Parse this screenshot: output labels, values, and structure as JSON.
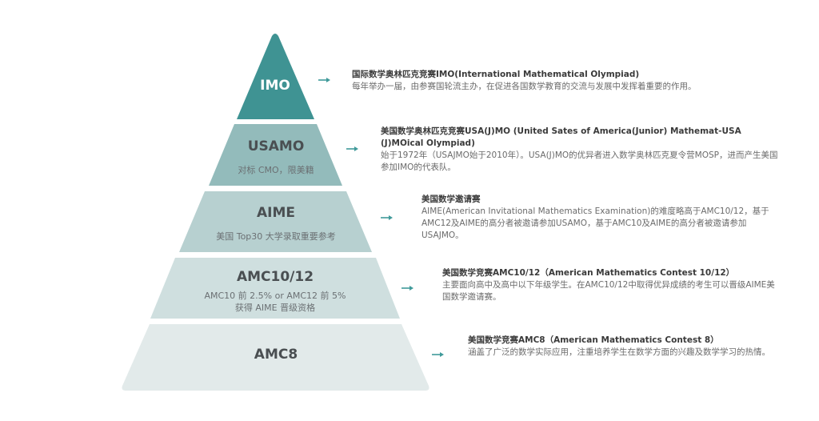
{
  "colors": {
    "tier_imo": "#3f9393",
    "tier_usamo": "#93bbbb",
    "tier_aime": "#b7d0d0",
    "tier_amc1012": "#cfdfdf",
    "tier_amc8": "#e2eaea",
    "arrow": "#3f9a9a",
    "heading_text": "#3a3a3a",
    "body_text": "#6b6b6b"
  },
  "tiers": [
    {
      "name": "IMO",
      "subtitle": [],
      "description": {
        "heading": "国际数学奥林匹克竞赛IMO(International Mathematical Olympiad)",
        "body": "每年举办一届，由参赛国轮流主办，在促进各国数学教育的交流与发展中发挥着重要的作用。"
      }
    },
    {
      "name": "USAMO",
      "subtitle": [
        "对标 CMO，限美籍"
      ],
      "description": {
        "heading": "美国数学奥林匹克竞赛USA(J)MO (United Sates of America(Junior) Mathemat-USA (J)MOical Olympiad)",
        "body": "始于1972年（USAJMO始于2010年）。USA(J)MO的优异者进入数学奥林匹克夏令营MOSP，进而产生美国参加IMO的代表队。"
      }
    },
    {
      "name": "AIME",
      "subtitle": [
        "美国 Top30 大学录取重要参考"
      ],
      "description": {
        "heading": "美国数学邀请赛",
        "body": "AIME(American Invitational Mathematics Examination)的难度略高于AMC10/12，基于AMC12及AIME的高分者被邀请参加USAMO，基于AMC10及AIME的高分者被邀请参加USAJMO。"
      }
    },
    {
      "name": "AMC10/12",
      "subtitle": [
        "AMC10 前 2.5% or AMC12 前 5%",
        "获得 AIME 晋级资格"
      ],
      "description": {
        "heading": "美国数学竞赛AMC10/12（American Mathematics Contest 10/12）",
        "body": "主要面向高中及高中以下年级学生。在AMC10/12中取得优异成绩的考生可以晋级AIME美国数学邀请赛。"
      }
    },
    {
      "name": "AMC8",
      "subtitle": [],
      "description": {
        "heading": "美国数学竞赛AMC8（American Mathematics Contest 8）",
        "body": "涵盖了广泛的数学实际应用，注重培养学生在数学方面的兴趣及数学学习的热情。"
      }
    }
  ]
}
